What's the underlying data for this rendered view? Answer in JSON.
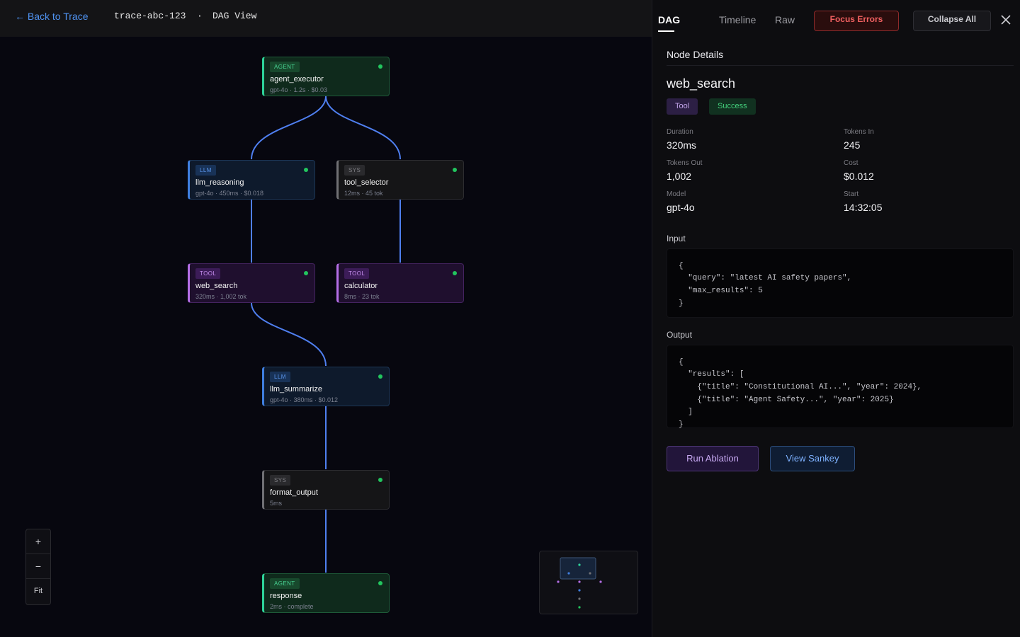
{
  "header": {
    "back_label": "← Back to Trace",
    "trace_id": "trace-abc-123",
    "separator": "·",
    "view_name": "DAG View"
  },
  "graph": {
    "nodes": [
      {
        "badge": "AGENT",
        "name": "agent_executor",
        "meta": "gpt-4o · 1.2s · $0.03",
        "type": "agent",
        "status": "success"
      },
      {
        "badge": "LLM",
        "name": "llm_reasoning",
        "meta": "gpt-4o · 450ms · $0.018",
        "type": "llm",
        "status": "success"
      },
      {
        "badge": "SYS",
        "name": "tool_selector",
        "meta": "12ms · 45 tok",
        "type": "sys",
        "status": "success"
      },
      {
        "badge": "TOOL",
        "name": "web_search",
        "meta": "320ms · 1,002 tok",
        "type": "tool",
        "status": "success"
      },
      {
        "badge": "TOOL",
        "name": "calculator",
        "meta": "8ms · 23 tok",
        "type": "tool",
        "status": "success"
      },
      {
        "badge": "LLM",
        "name": "llm_summarize",
        "meta": "gpt-4o · 380ms · $0.012",
        "type": "llm",
        "status": "success"
      },
      {
        "badge": "SYS",
        "name": "format_output",
        "meta": "5ms",
        "type": "sys",
        "status": "success"
      },
      {
        "badge": "AGENT",
        "name": "response",
        "meta": "2ms · complete",
        "type": "agent",
        "status": "success"
      }
    ],
    "edges": [
      [
        "agent_executor",
        "llm_reasoning"
      ],
      [
        "agent_executor",
        "tool_selector"
      ],
      [
        "llm_reasoning",
        "web_search"
      ],
      [
        "tool_selector",
        "calculator"
      ],
      [
        "web_search",
        "llm_summarize"
      ],
      [
        "llm_summarize",
        "format_output"
      ],
      [
        "format_output",
        "response"
      ]
    ],
    "colors": {
      "edge": "#4f7ff0",
      "status_success": "#22c55e",
      "agent": "#2ed39a",
      "llm": "#3f7fe0",
      "tool": "#b46ee6",
      "sys": "#707074"
    }
  },
  "zoom_controls": {
    "zoom_in": "+",
    "zoom_out": "−",
    "fit": "Fit"
  },
  "panel": {
    "tabs": {
      "dag": "DAG",
      "timeline": "Timeline",
      "raw": "Raw"
    },
    "focus_errors_label": "Focus Errors",
    "collapse_all_label": "Collapse All",
    "section_title": "Node Details",
    "node": {
      "name": "web_search",
      "type_tag": "Tool",
      "status_tag": "Success"
    },
    "fields": [
      {
        "label": "Duration",
        "value": "320ms"
      },
      {
        "label": "Tokens In",
        "value": "245"
      },
      {
        "label": "Tokens Out",
        "value": "1,002"
      },
      {
        "label": "Cost",
        "value": "$0.012"
      },
      {
        "label": "Model",
        "value": "gpt-4o"
      },
      {
        "label": "Start",
        "value": "14:32:05"
      }
    ],
    "input_label": "Input",
    "input_lines": [
      "{",
      "  \"query\": \"latest AI safety papers\",",
      "  \"max_results\": 5",
      "}"
    ],
    "output_label": "Output",
    "output_lines": [
      "{",
      "  \"results\": [",
      "    {\"title\": \"Constitutional AI...\", \"year\": 2024},",
      "    {\"title\": \"Agent Safety...\", \"year\": 2025}",
      "  ]",
      "}"
    ],
    "actions": {
      "run_ablation": "Run Ablation",
      "view_sankey": "View Sankey"
    }
  }
}
